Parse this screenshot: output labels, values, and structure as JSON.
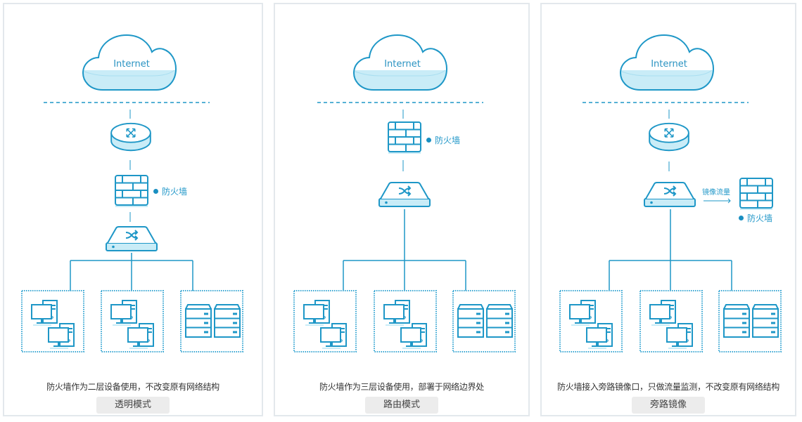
{
  "colors": {
    "stroke": "#1e97c7",
    "fill_light": "#c9ecf7",
    "border": "#e3e8ec",
    "button_bg": "#ececec"
  },
  "panels": [
    {
      "internet_label": "Internet",
      "firewall_label": "防火墙",
      "description": "防火墙作为二层设备使用，不改变原有网络结构",
      "mode_button": "透明模式",
      "nodes": [
        "cloud-internet",
        "router",
        "firewall",
        "switch",
        "pc-group",
        "pc-group",
        "server-group"
      ]
    },
    {
      "internet_label": "Internet",
      "firewall_label": "防火墙",
      "description": "防火墙作为三层设备使用，部署于网络边界处",
      "mode_button": "路由模式",
      "nodes": [
        "cloud-internet",
        "firewall",
        "switch",
        "pc-group",
        "pc-group",
        "server-group"
      ]
    },
    {
      "internet_label": "Internet",
      "firewall_label": "防火墙",
      "mirror_label": "镜像流量",
      "description": "防火墙接入旁路镜像口，只做流量监测，不改变原有网络结构",
      "mode_button": "旁路镜像",
      "nodes": [
        "cloud-internet",
        "router",
        "switch",
        "firewall",
        "pc-group",
        "pc-group",
        "server-group"
      ]
    }
  ]
}
